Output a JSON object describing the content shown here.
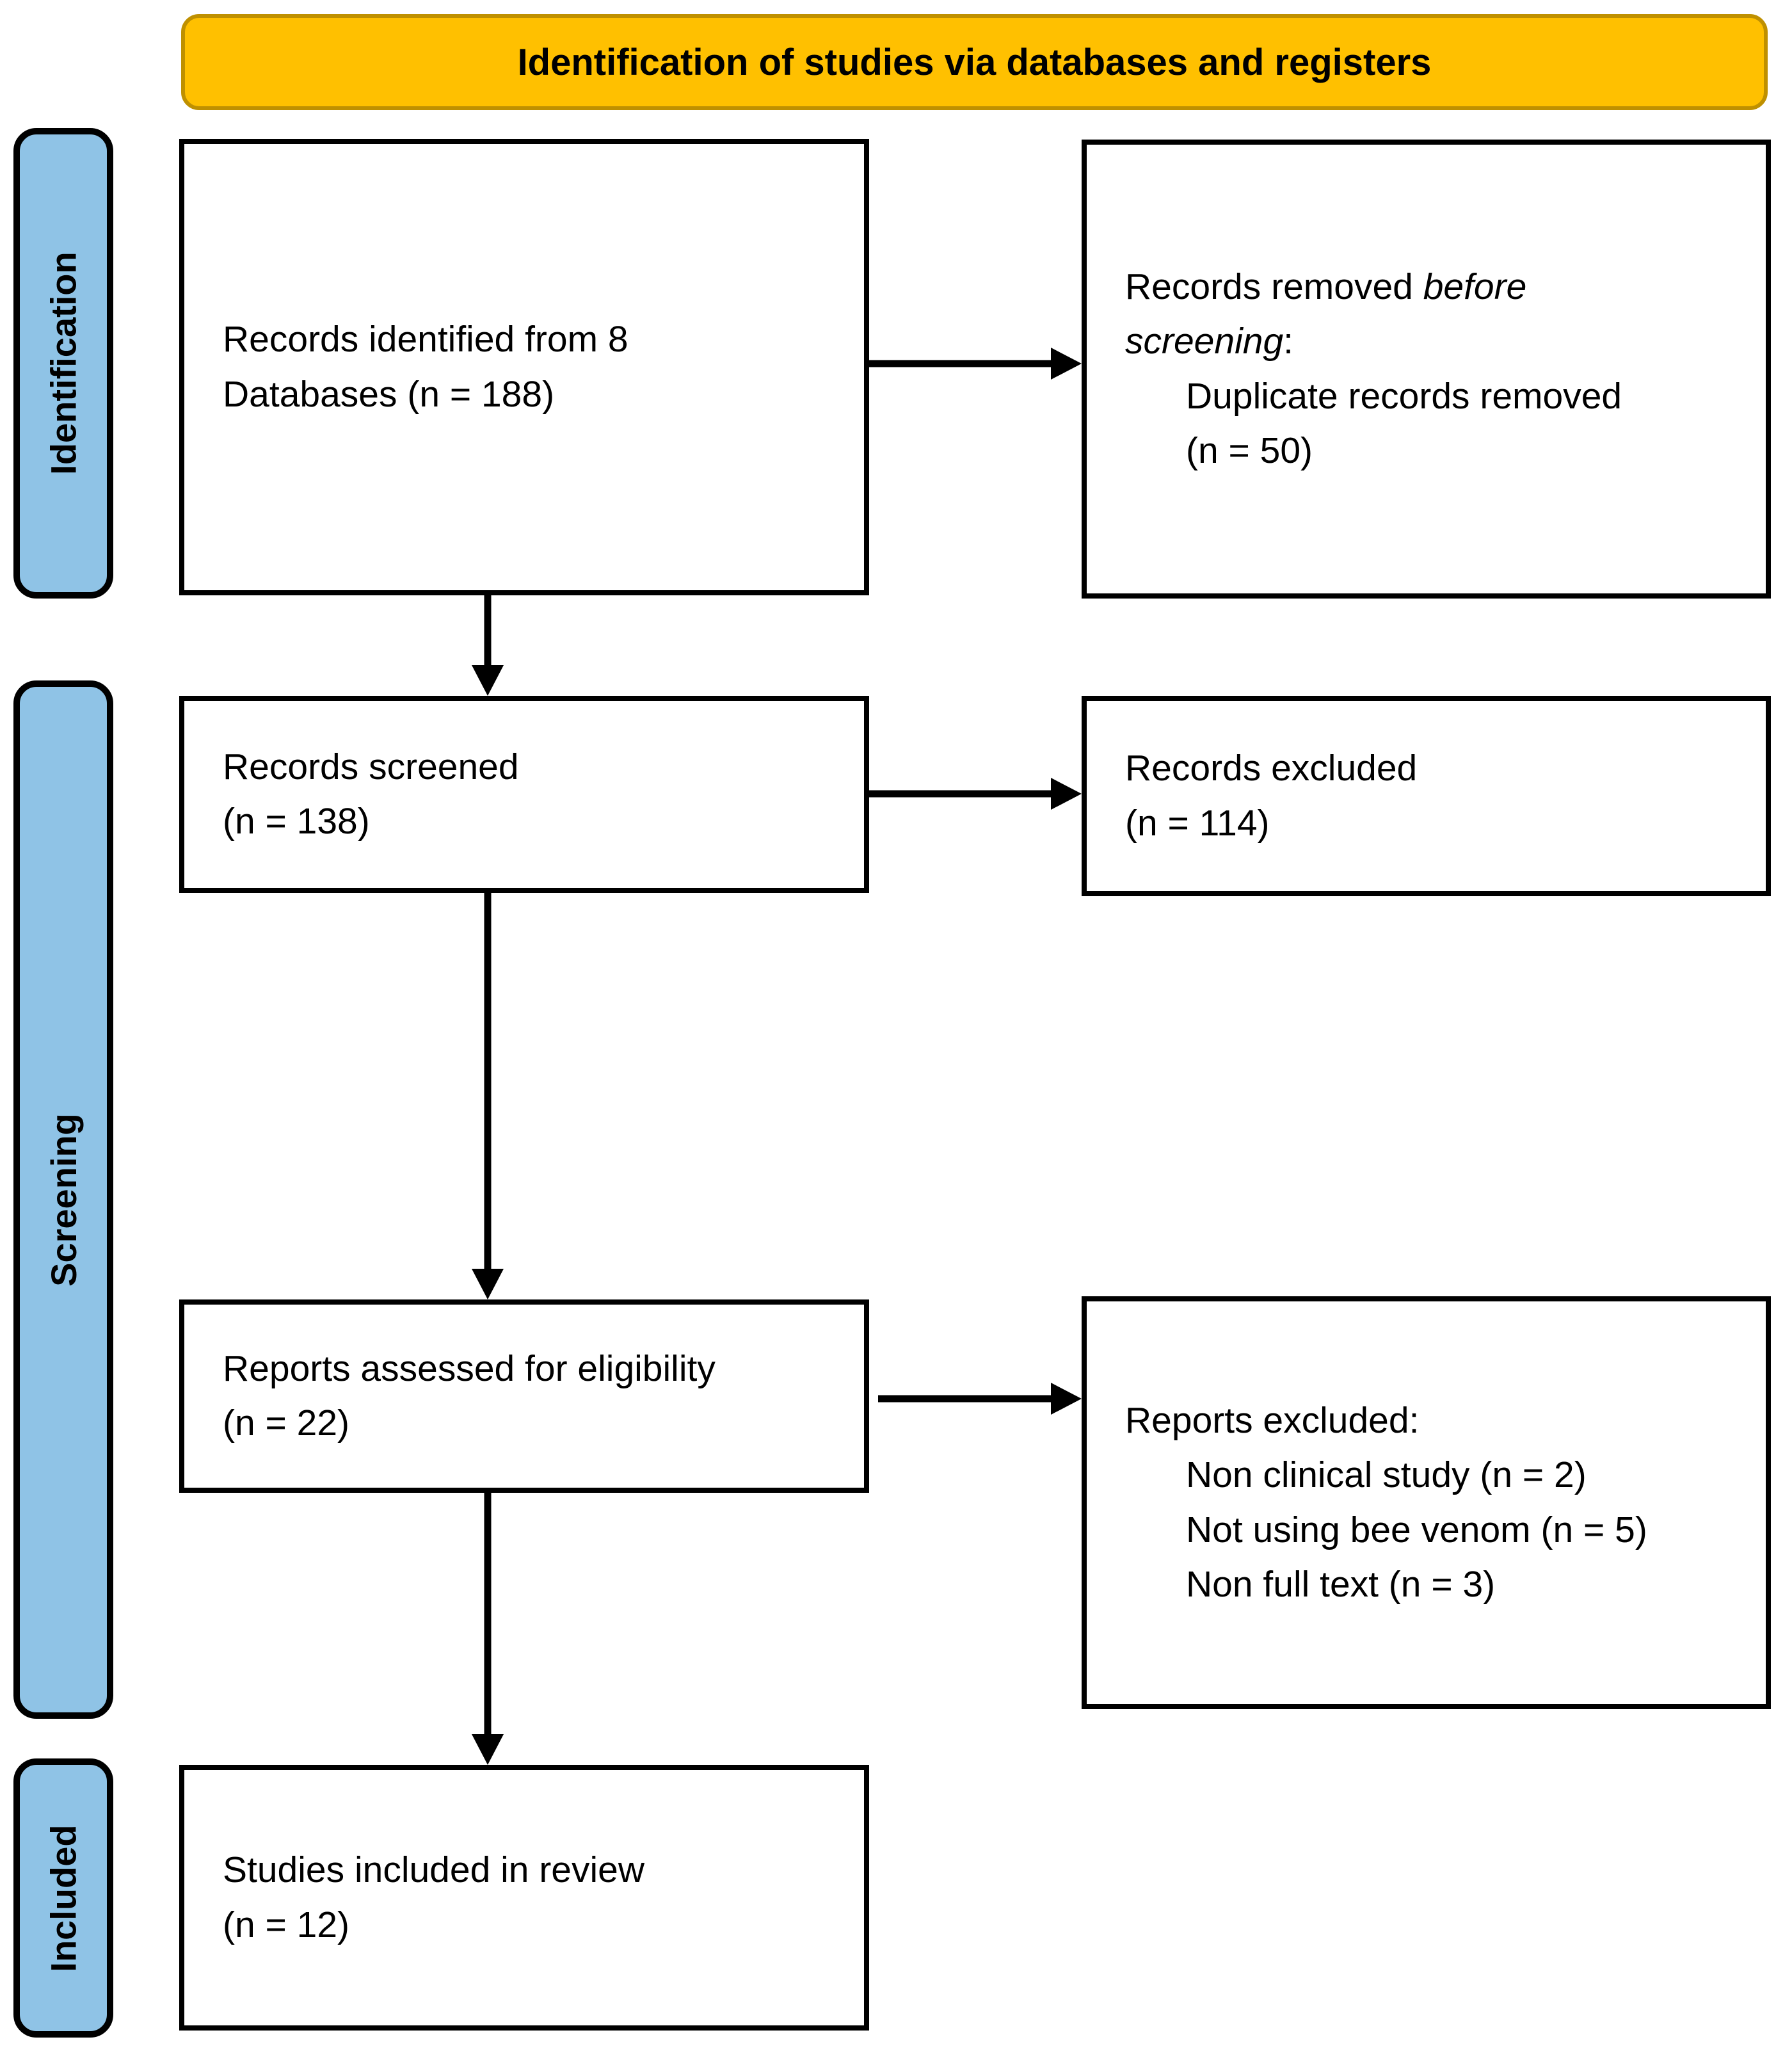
{
  "header": {
    "title": "Identification of studies via databases and registers"
  },
  "sidebar": {
    "identification": "Identification",
    "screening": "Screening",
    "included": "Included"
  },
  "boxes": {
    "records_identified": {
      "line1": "Records identified from 8",
      "line2": "Databases (n = 188)"
    },
    "records_removed": {
      "line1_regular": "Records removed ",
      "line1_italic": "before",
      "line2_italic": "screening",
      "line2_suffix": ":",
      "item_line1": "Duplicate records removed",
      "item_line2": "(n = 50)"
    },
    "records_screened": {
      "line1": "Records screened",
      "line2": "(n = 138)"
    },
    "records_excluded": {
      "line1": "Records excluded",
      "line2": "(n = 114)"
    },
    "reports_assessed": {
      "line1": "Reports assessed for eligibility",
      "line2": "(n = 22)"
    },
    "reports_excluded": {
      "heading": "Reports excluded:",
      "items": [
        "Non clinical study (n = 2)",
        "Not using bee venom (n = 5)",
        "Non full text (n = 3)"
      ]
    },
    "studies_included": {
      "line1": "Studies included in review",
      "line2": "(n = 12)"
    }
  },
  "colors": {
    "header_fill": "#FFC000",
    "header_border": "#BF9000",
    "stage_fill": "#8FC3E6",
    "box_border": "#000000",
    "arrow": "#000000"
  }
}
